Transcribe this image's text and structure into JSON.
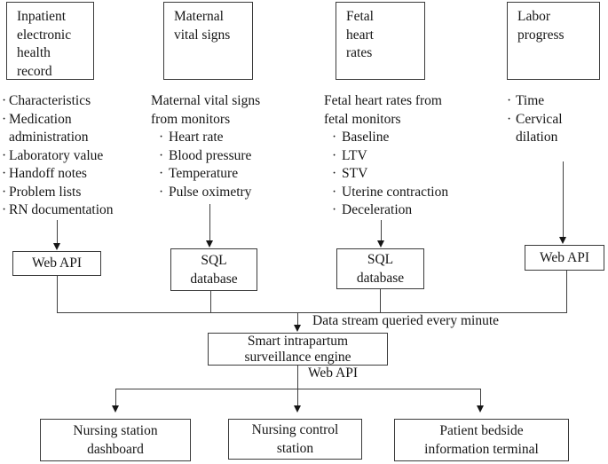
{
  "diagram": {
    "bullet": "·",
    "sources": [
      {
        "label": "Inpatient\nelectronic\nhealth\nrecord"
      },
      {
        "label": "Maternal\nvital signs"
      },
      {
        "label": "Fetal\nheart\nrates"
      },
      {
        "label": "Labor\nprogress"
      }
    ],
    "lists": [
      {
        "items": [
          "Characteristics",
          "Medication\nadministration",
          "Laboratory value",
          "Handoff notes",
          "Problem lists",
          "RN documentation"
        ]
      },
      {
        "heading": "Maternal vital signs\nfrom monitors",
        "items": [
          "Heart rate",
          "Blood pressure",
          "Temperature",
          "Pulse oximetry"
        ]
      },
      {
        "heading": "Fetal heart rates from\nfetal monitors",
        "items": [
          "Baseline",
          "LTV",
          "STV",
          "Uterine contraction",
          "Deceleration"
        ]
      },
      {
        "items": [
          "Time",
          "Cervical\ndilation"
        ]
      }
    ],
    "storage": [
      {
        "label": "Web API"
      },
      {
        "label": "SQL\ndatabase"
      },
      {
        "label": "SQL\ndatabase"
      },
      {
        "label": "Web API"
      }
    ],
    "engine": {
      "label": "Smart intrapartum\nsurveillance engine"
    },
    "annotations": {
      "data_stream": "Data stream queried every minute",
      "web_api": "Web API"
    },
    "outputs": [
      {
        "label": "Nursing station\ndashboard"
      },
      {
        "label": "Nursing control\nstation"
      },
      {
        "label": "Patient bedside\ninformation terminal"
      }
    ],
    "colors": {
      "line": "#3f3f3f",
      "text": "#161616",
      "background": "#ffffff"
    }
  }
}
